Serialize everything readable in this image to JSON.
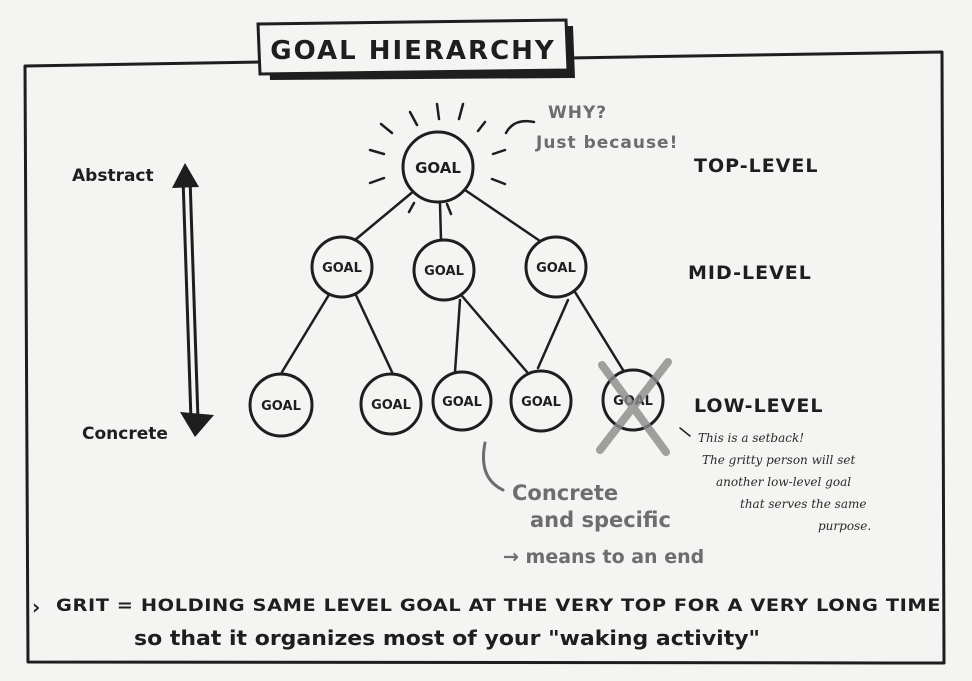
{
  "title": "GOAL HIERARCHY",
  "node_label": "GOAL",
  "top_annotation": {
    "line1": "WHY?",
    "line2": "Just because!"
  },
  "levels": {
    "top": "TOP-LEVEL",
    "mid": "MID-LEVEL",
    "low": "LOW-LEVEL"
  },
  "axis": {
    "top": "Abstract",
    "bottom": "Concrete"
  },
  "setback_note": [
    "This is a setback!",
    "The gritty person will set",
    "another low-level goal",
    "that serves the same",
    "purpose."
  ],
  "concrete_note": {
    "line1": "Concrete",
    "line2": "and specific",
    "line3": "→ means to an end"
  },
  "grit_definition": {
    "line1": "GRIT = HOLDING SAME LEVEL GOAL AT THE VERY TOP FOR A VERY LONG TIME",
    "line2": "so that it organizes most of your \"waking activity\""
  },
  "colors": {
    "ink": "#1e1e1e",
    "paper": "#f4f4f2",
    "cross": "#8a8a8a",
    "annotation": "#6d6d6d"
  }
}
